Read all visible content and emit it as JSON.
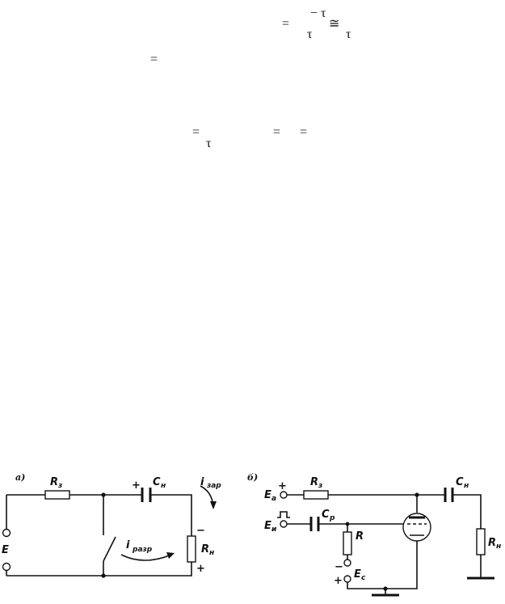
{
  "formula_fragments": {
    "f1_eq": "=",
    "f1_minus_tau": "− τ",
    "f1_tau_den": "τ",
    "f1_approx": "≅",
    "f1_tau_right": "τ",
    "f2_eq": "=",
    "f3_eq1": "=",
    "f3_tau": "τ",
    "f3_eq2": "=",
    "f3_eq3": "="
  },
  "figure_a": {
    "panel_label": "а)",
    "r_label": "R",
    "r_sub": "з",
    "c_label": "C",
    "c_sub": "н",
    "c_plus": "+",
    "i_charge": "i",
    "i_charge_sub": "зар",
    "i_discharge": "i",
    "i_discharge_sub": "разр",
    "source_label": "E",
    "load_label": "R",
    "load_sub": "н",
    "load_minus": "−",
    "load_plus": "+"
  },
  "figure_b": {
    "panel_label": "б)",
    "ea_label": "E",
    "ea_sub": "a",
    "ea_plus": "+",
    "r_label": "R",
    "r_sub": "з",
    "c_label": "C",
    "c_sub": "н",
    "ei_label": "E",
    "ei_sub": "и",
    "cp_label": "C",
    "cp_sub": "р",
    "grid_r_label": "R",
    "ec_minus": "−",
    "ec_plus": "+",
    "ec_label": "E",
    "ec_sub": "c",
    "load_label": "R",
    "load_sub": "н"
  }
}
